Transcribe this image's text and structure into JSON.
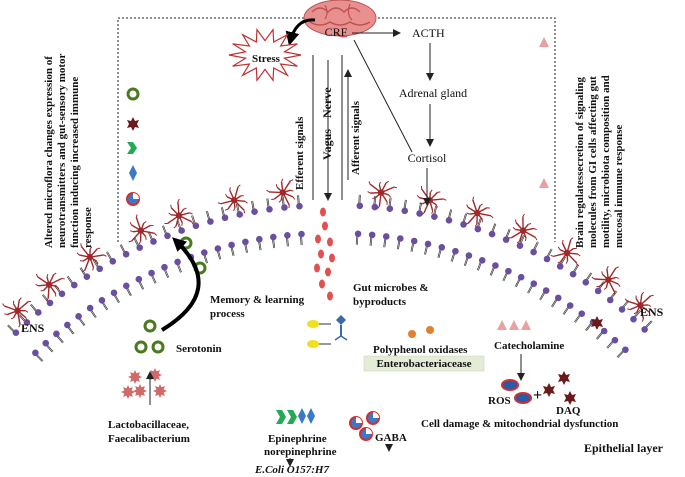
{
  "labels": {
    "stress": "Stress",
    "crf": "CRF",
    "acth": "ACTH",
    "adrenal_gland": "Adrenal gland",
    "cortisol": "Cortisol",
    "efferent_signals": "Efferent signals",
    "vagus_nerve_1": "Vagus",
    "vagus_nerve_2": "Nerve",
    "afferent_signals": "Afferent signals",
    "left_note": [
      "Altered microflora changes expression of",
      "neurotransmitters and gut-sensory motor",
      "function inducing increased immune",
      "response"
    ],
    "right_note": [
      "Brain regulatessecretion of signaling",
      "molecules from GI cells affecting gut",
      "motility, microbiota composition and",
      "mucosal immune response"
    ],
    "memory": [
      "Memory & learning",
      "process"
    ],
    "serotonin": "Serotonin",
    "ens_left": "ENS",
    "ens_right": "ENS",
    "gut_microbes": [
      "Gut microbes &",
      "byproducts"
    ],
    "polyphenol": "Polyphenol oxidases",
    "enterobacteriaceae": "Enterobacteriacease",
    "catecholamine": "Catecholamine",
    "ros": "ROS",
    "plus": "+",
    "daq": "DAQ",
    "cell_damage": "Cell damage & mitochondrial dysfunction",
    "lactobacillaceae": [
      "Lactobacillaceae,",
      "Faecalibacterium"
    ],
    "epinephrine": [
      "Epinephrine",
      "norepinephrine"
    ],
    "ecoli": "E.Coli O157:H7",
    "gaba": "GABA",
    "epithelial": "Epithelial layer"
  },
  "colors": {
    "membrane_head": "#6a4fa0",
    "neuron": "#a0282a",
    "serotonin_ring": "#4a7a1e",
    "droplet": "#e05050",
    "brain": "#e89090",
    "pink_triangle": "#e8a0a0",
    "arrow_green": "#22aa55",
    "diamond_blue": "#3a78c8"
  }
}
